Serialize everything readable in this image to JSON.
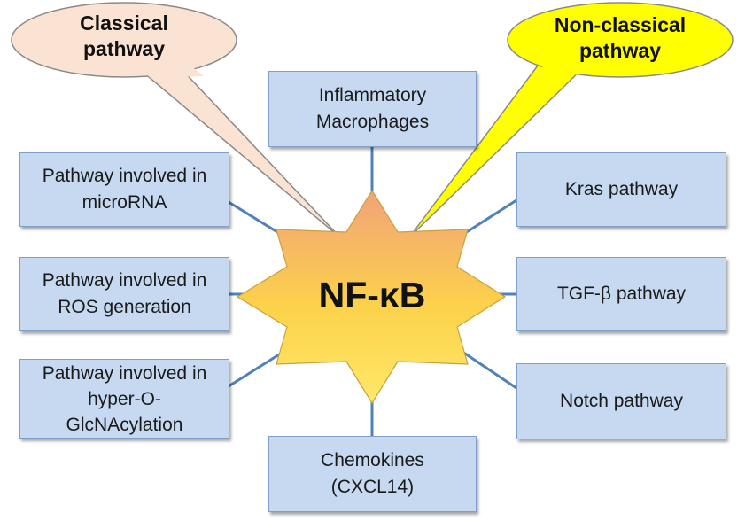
{
  "center": {
    "label": "NF-κB"
  },
  "callouts": {
    "classical": {
      "line1": "Classical",
      "line2": "pathway",
      "fill": "#fbe3d3"
    },
    "non_classical": {
      "line1": "Non-classical",
      "line2": "pathway",
      "fill": "#ffff00"
    }
  },
  "nodes": {
    "macrophages": {
      "line1": "Inflammatory",
      "line2": "Macrophages"
    },
    "microrna": {
      "line1": "Pathway involved in",
      "line2": "microRNA"
    },
    "ros": {
      "line1": "Pathway involved in",
      "line2": "ROS generation"
    },
    "glcnac": {
      "line1": "Pathway involved in",
      "line2": "hyper-O-",
      "line3": "GlcNAcylation"
    },
    "chemokines": {
      "line1": "Chemokines",
      "line2": "(CXCL14)"
    },
    "kras": {
      "label": "Kras pathway"
    },
    "tgf": {
      "label": "TGF-β pathway"
    },
    "notch": {
      "label": "Notch pathway"
    }
  },
  "colors": {
    "node_fill": "#c6d9f1",
    "node_border": "#7f9fc8",
    "connector": "#4f81bd",
    "star_top": "#f2a27a",
    "star_bottom": "#ffe24d"
  }
}
